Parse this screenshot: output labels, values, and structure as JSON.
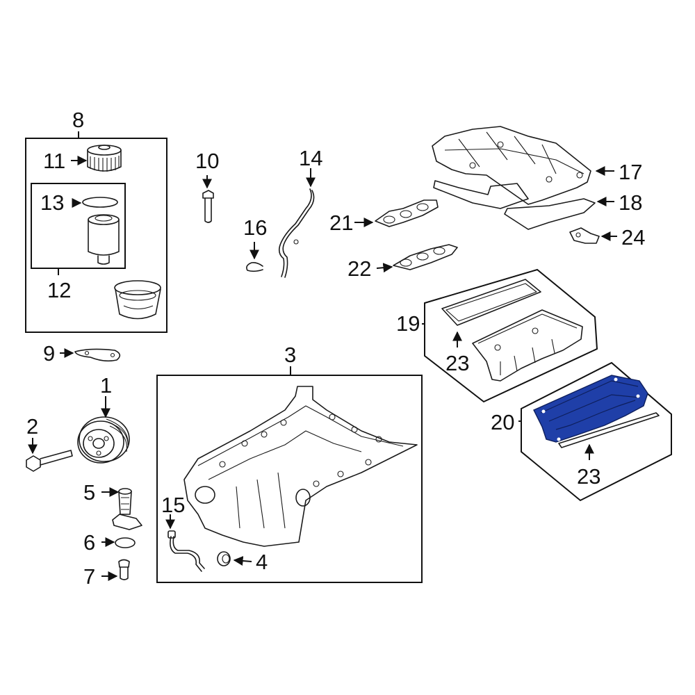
{
  "callouts": {
    "c1": "1",
    "c2": "2",
    "c3": "3",
    "c4": "4",
    "c5": "5",
    "c6": "6",
    "c7": "7",
    "c8": "8",
    "c9": "9",
    "c10": "10",
    "c11": "11",
    "c12": "12",
    "c13": "13",
    "c14": "14",
    "c15": "15",
    "c16": "16",
    "c17": "17",
    "c18": "18",
    "c19": "19",
    "c20": "20",
    "c21": "21",
    "c22": "22",
    "c23a": "23",
    "c23b": "23",
    "c24": "24"
  },
  "colors": {
    "highlight": "#1f3fa8",
    "line": "#1a1a1a"
  },
  "highlighted_part": "20"
}
